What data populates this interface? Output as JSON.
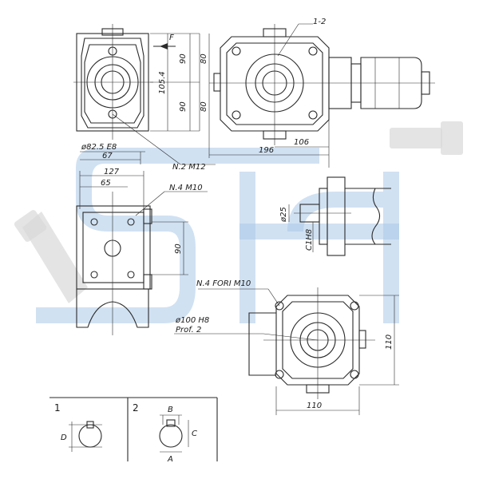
{
  "labels": {
    "part_ref": "1-2",
    "arrow_f": "F",
    "dim_90_a": "90",
    "dim_80_a": "80",
    "dim_90_b": "90",
    "dim_80_b": "80",
    "dim_1054": "105.4",
    "dim_106": "106",
    "dim_196": "196",
    "dim_825": "ø82.5 E8",
    "dim_67": "67",
    "holes_m12": "N.2 M12",
    "dim_127": "127",
    "dim_65": "65",
    "holes_m10": "N.4 M10",
    "dim_90_c": "90",
    "dim_25": "ø25",
    "dim_c1h8": "C1H8",
    "holes_fori": "N.4 FORI M10",
    "dim_100": "ø100 H8",
    "prof": "Prof. 2",
    "dim_110_v": "110",
    "dim_110_h": "110",
    "detail_1": "1",
    "detail_2": "2",
    "detail_d": "D",
    "detail_b": "B",
    "detail_c": "C",
    "detail_a": "A"
  },
  "colors": {
    "line": "#2a2a2a",
    "watermark_blue": "#a9c8e8",
    "watermark_grey": "#d9d9d9"
  }
}
